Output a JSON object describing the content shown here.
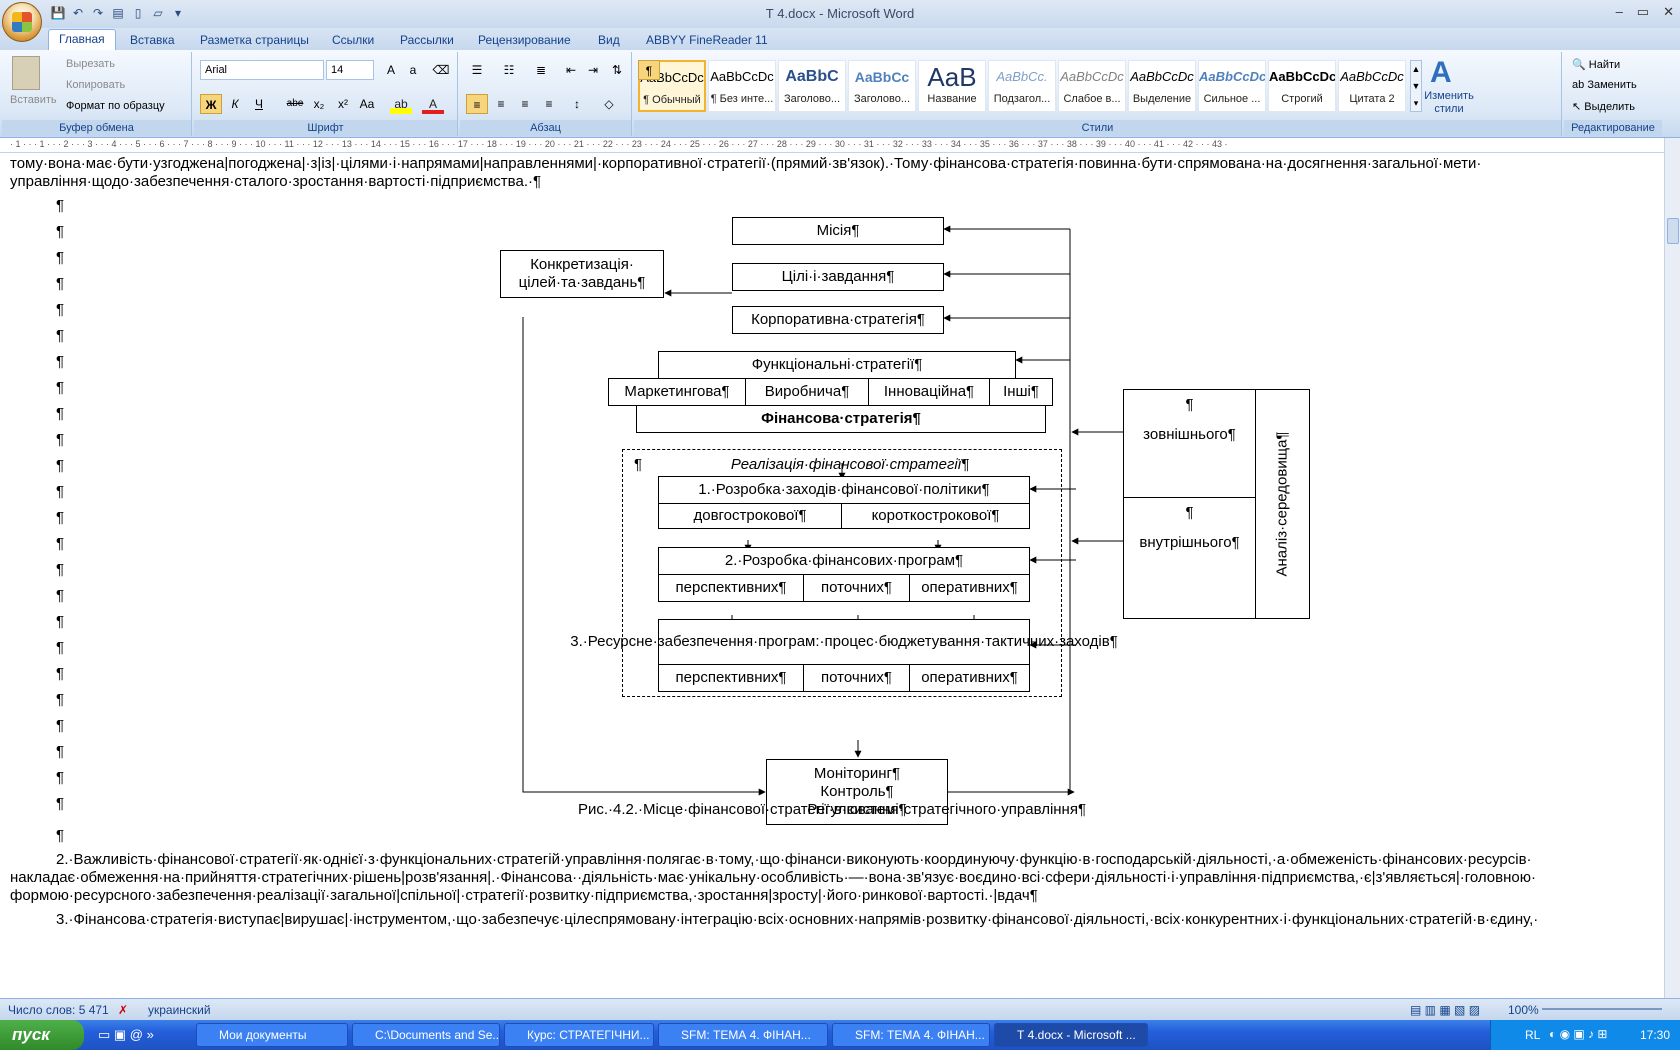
{
  "window": {
    "title": "Т 4.docx - Microsoft Word",
    "controls": [
      "–",
      "▭",
      "✕"
    ]
  },
  "tabs": [
    "Главная",
    "Вставка",
    "Разметка страницы",
    "Ссылки",
    "Рассылки",
    "Рецензирование",
    "Вид",
    "ABBYY FineReader 11"
  ],
  "clipboard": {
    "paste": "Вставить",
    "cut": "Вырезать",
    "copy": "Копировать",
    "format_painter": "Формат по образцу",
    "label": "Буфер обмена"
  },
  "font": {
    "family": "Arial",
    "size": "14",
    "label": "Шрифт",
    "bold": "Ж",
    "italic": "К",
    "underline": "Ч",
    "strike": "abe",
    "sub": "x₂",
    "sup": "x²",
    "case": "Aa"
  },
  "paragraph": {
    "label": "Абзац"
  },
  "styles": {
    "label": "Стили",
    "items": [
      {
        "preview": "AaBbCcDc",
        "name": "¶ Обычный"
      },
      {
        "preview": "AaBbCcDc",
        "name": "¶ Без инте..."
      },
      {
        "preview": "AaBbC",
        "name": "Заголово..."
      },
      {
        "preview": "AaBbCc",
        "name": "Заголово..."
      },
      {
        "preview": "AaB",
        "name": "Название"
      },
      {
        "preview": "AaBbCc.",
        "name": "Подзагол..."
      },
      {
        "preview": "AaBbCcDc",
        "name": "Слабое в..."
      },
      {
        "preview": "AaBbCcDc",
        "name": "Выделение"
      },
      {
        "preview": "AaBbCcDc",
        "name": "Сильное ..."
      },
      {
        "preview": "AaBbCcDc",
        "name": "Строгий"
      },
      {
        "preview": "AaBbCcDc",
        "name": "Цитата 2"
      }
    ],
    "change": "Изменить стили"
  },
  "editing": {
    "label": "Редактирование",
    "find": "Найти",
    "replace": "Заменить",
    "select": "Выделить"
  },
  "ruler": "· 1 · · · 1 · · · 2 · · · 3 · · · 4 · · · 5 · · · 6 · · · 7 · · · 8 · · · 9 · · · 10 · · · 11 · · · 12 · · · 13 · · · 14 · · · 15 · · · 16 · · · 17 · · · 18 · · · 19 · · · 20 · · · 21 · · · 22 · · · 23 · · · 24 · · · 25 · · · 26 · · · 27 · · · 28 · · · 29 · · · 30 · · · 31 · · · 32 · · · 33 · · · 34 · · · 35 · · · 36 · · · 37 · · · 38 · · · 39 · · · 40 · · · 41 · · · 42 · · · 43 ·",
  "doc": {
    "line1": "тому·вона·має·бути·узгоджена|погоджена|·з|із|·цілями·і·напрямами|направленнями|·корпоративної·стратегії·(прямий·зв'язок).·Тому·фінансова·стратегія·повинна·бути·спрямована·на·досягнення·загальної·мети·",
    "line2": "управління·щодо·забезпечення·сталого·зростання·вартості·підприємства.·¶",
    "pilcrow": "¶",
    "caption": "Рис.·4.2.·Місце·фінансової·стратегії·в·системі·стратегічного·управління¶",
    "p2_line1": "2.·Важливість·фінансової·стратегії·як·однієї·з·функціональних·стратегій·управління·полягає·в·тому,·що·фінанси·виконують·координуючу·функцію·в·господарській·діяльності,·а·обмеженість·фінансових·ресурсів·",
    "p2_line2": "накладає·обмеження·на·прийняття·стратегічних·рішень|розв'язання|.·Фінансова··діяльність·має·унікальну·особливість·—·вона·зв'язує·воєдино·всі·сфери·діяльності·і·управління·підприємства,·є|з'являється|·головною·",
    "p2_line3": "формою·ресурсного·забезпечення·реалізації·загальної|спільної|·стратегії·розвитку·підприємства,·зростання|зросту|·його·ринкової·вартості.·|вдач¶",
    "p3_line1": "3.·Фінансова·стратегія·виступає|вирушає|·інструментом,·що·забезпечує·цілеспрямовану·інтеграцію·всіх·основних·напрямів·розвитку·фінансової·діяльності,·всіх·конкурентних·і·функціональних·стратегій·в·єдину,·"
  },
  "diagram": {
    "mission": "Місія¶",
    "goals": "Цілі·і·завдання¶",
    "concretization": "Конкретизація· цілей·та·завдань¶",
    "corporate": "Корпоративна·стратегія¶",
    "functional": "Функціональні·стратегії¶",
    "marketing": "Маркетингова¶",
    "production": "Виробнича¶",
    "innovation": "Інноваційна¶",
    "other": "Інші¶",
    "financial": "Фінансова·стратегія¶",
    "impl_pilcrow": "¶",
    "impl_title": "Реалізація·фінансової·стратегії¶",
    "step1": "1.·Розробка·заходів·фінансової·політики¶",
    "longterm": "довгострокової¶",
    "shortterm": "короткострокової¶",
    "step2": "2.·Розробка·фінансових·програм¶",
    "perspective": "перспективних¶",
    "current": "поточних¶",
    "operational": "оперативних¶",
    "step3": "3.·Ресурсне·забезпечення·програм:·процес·бюджетування·тактичних·заходів¶",
    "monitoring": "Моніторинг¶",
    "control": "Контроль¶",
    "regulation": "Регулювання¶",
    "env_pilcrow": "¶",
    "external": "зовнішнього¶",
    "internal": "внутрішнього¶",
    "env_analysis": "Аналіз·середовища¶"
  },
  "status": {
    "words": "Число слов: 5 471",
    "language": "украинский",
    "zoom": "100%"
  },
  "taskbar": {
    "start": "пуск",
    "items": [
      "Мои документы",
      "C:\\Documents and Se...",
      "Курс: СТРАТЕГІЧНИ...",
      "SFM: ТЕМА 4. ФІНАН...",
      "SFM: ТЕМА 4. ФІНАН...",
      "Т 4.docx - Microsoft ..."
    ],
    "lang": "RL",
    "clock": "17:30"
  }
}
